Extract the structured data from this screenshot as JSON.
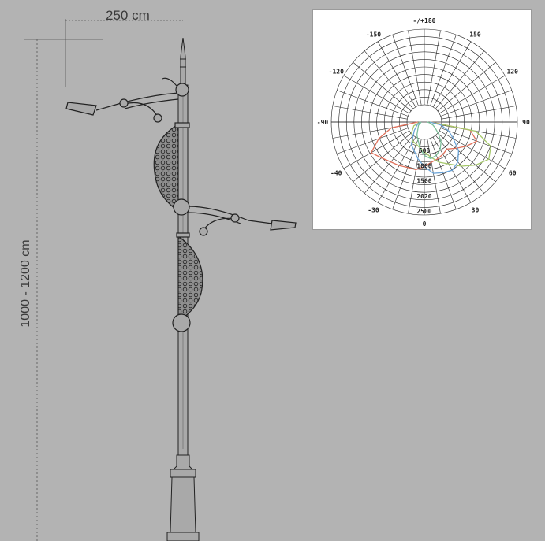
{
  "dimensions": {
    "width_label": "250 cm",
    "height_label": "1000 - 1200 cm"
  },
  "chart_data": {
    "type": "polar",
    "angle_labels": [
      {
        "deg": 180,
        "text": "-/+180"
      },
      {
        "deg": 150,
        "text": "150"
      },
      {
        "deg": -150,
        "text": "-150"
      },
      {
        "deg": 120,
        "text": "120"
      },
      {
        "deg": -120,
        "text": "-120"
      },
      {
        "deg": 90,
        "text": "90"
      },
      {
        "deg": -90,
        "text": "-90"
      },
      {
        "deg": 60,
        "text": "60"
      },
      {
        "deg": -60,
        "text": "-40"
      },
      {
        "deg": 30,
        "text": "30"
      },
      {
        "deg": -30,
        "text": "-30"
      },
      {
        "deg": 0,
        "text": "0"
      }
    ],
    "radial_labels": [
      "500",
      "1000",
      "1500",
      "2020",
      "2500"
    ],
    "r_max": 2500,
    "series": [
      {
        "color": "#e0705a",
        "points": [
          [
            -90,
            180
          ],
          [
            -80,
            900
          ],
          [
            -70,
            1300
          ],
          [
            -60,
            1650
          ],
          [
            -50,
            1500
          ],
          [
            -40,
            1400
          ],
          [
            -30,
            1350
          ],
          [
            -20,
            1300
          ],
          [
            -10,
            1300
          ],
          [
            0,
            1200
          ],
          [
            10,
            1100
          ],
          [
            20,
            1050
          ],
          [
            30,
            1000
          ],
          [
            40,
            950
          ],
          [
            50,
            1100
          ],
          [
            60,
            1300
          ],
          [
            70,
            1500
          ],
          [
            80,
            1250
          ],
          [
            90,
            180
          ]
        ]
      },
      {
        "color": "#a5c86a",
        "points": [
          [
            -90,
            120
          ],
          [
            -70,
            300
          ],
          [
            -50,
            450
          ],
          [
            -30,
            600
          ],
          [
            -10,
            700
          ],
          [
            0,
            800
          ],
          [
            10,
            950
          ],
          [
            20,
            1150
          ],
          [
            30,
            1300
          ],
          [
            40,
            1550
          ],
          [
            50,
            1800
          ],
          [
            60,
            2000
          ],
          [
            70,
            1900
          ],
          [
            80,
            1400
          ],
          [
            90,
            150
          ]
        ]
      },
      {
        "color": "#6ba3d6",
        "points": [
          [
            -90,
            100
          ],
          [
            -70,
            200
          ],
          [
            -50,
            350
          ],
          [
            -30,
            700
          ],
          [
            -10,
            1000
          ],
          [
            0,
            1200
          ],
          [
            10,
            1400
          ],
          [
            20,
            1450
          ],
          [
            30,
            1500
          ],
          [
            40,
            1400
          ],
          [
            50,
            1200
          ],
          [
            60,
            900
          ],
          [
            70,
            700
          ],
          [
            80,
            450
          ],
          [
            90,
            150
          ]
        ]
      },
      {
        "color": "#7bbf9a",
        "points": [
          [
            -90,
            80
          ],
          [
            -60,
            180
          ],
          [
            -30,
            400
          ],
          [
            -10,
            700
          ],
          [
            0,
            900
          ],
          [
            10,
            1000
          ],
          [
            20,
            950
          ],
          [
            30,
            850
          ],
          [
            40,
            700
          ],
          [
            50,
            500
          ],
          [
            60,
            350
          ],
          [
            70,
            250
          ],
          [
            80,
            150
          ],
          [
            90,
            80
          ]
        ]
      }
    ]
  }
}
